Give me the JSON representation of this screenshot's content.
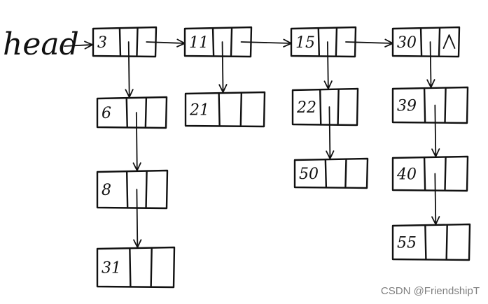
{
  "head_label": "head",
  "nodes": [
    {
      "id": "n3",
      "value": "3"
    },
    {
      "id": "n11",
      "value": "11"
    },
    {
      "id": "n15",
      "value": "15"
    },
    {
      "id": "n30",
      "value": "30",
      "null_next": true
    },
    {
      "id": "n6",
      "value": "6"
    },
    {
      "id": "n21",
      "value": "21"
    },
    {
      "id": "n22",
      "value": "22"
    },
    {
      "id": "n39",
      "value": "39"
    },
    {
      "id": "n8",
      "value": "8"
    },
    {
      "id": "n50",
      "value": "50"
    },
    {
      "id": "n40",
      "value": "40"
    },
    {
      "id": "n31",
      "value": "31"
    },
    {
      "id": "n55",
      "value": "55"
    }
  ],
  "links": [
    {
      "from": "head",
      "to": "n3"
    },
    {
      "from": "n3",
      "to": "n11"
    },
    {
      "from": "n11",
      "to": "n15"
    },
    {
      "from": "n15",
      "to": "n30"
    },
    {
      "from": "n3",
      "to": "n6"
    },
    {
      "from": "n6",
      "to": "n8"
    },
    {
      "from": "n8",
      "to": "n31"
    },
    {
      "from": "n11",
      "to": "n21"
    },
    {
      "from": "n15",
      "to": "n22"
    },
    {
      "from": "n22",
      "to": "n50"
    },
    {
      "from": "n30",
      "to": "n39"
    },
    {
      "from": "n39",
      "to": "n40"
    },
    {
      "from": "n40",
      "to": "n55"
    }
  ],
  "watermark": "CSDN @FriendshipT"
}
